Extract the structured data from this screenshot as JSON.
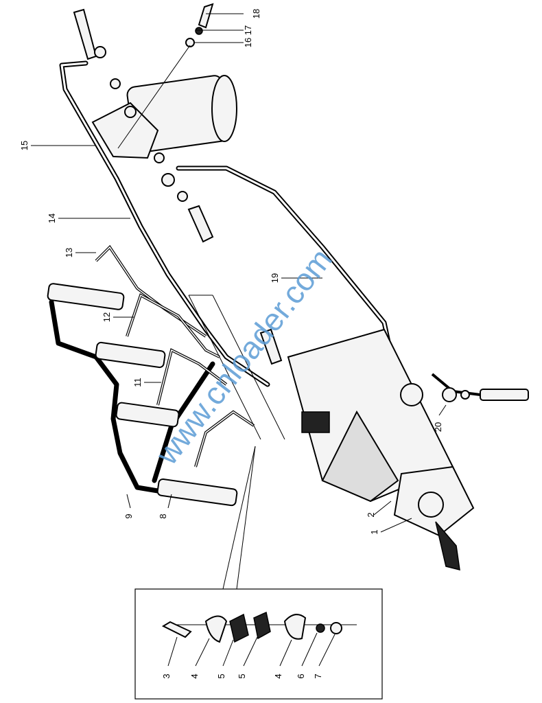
{
  "diagram": {
    "callouts": [
      "1",
      "2",
      "3",
      "4",
      "5",
      "5",
      "4",
      "6",
      "7",
      "8",
      "9",
      "11",
      "12",
      "13",
      "14",
      "15",
      "16",
      "17",
      "18",
      "19",
      "20"
    ],
    "main_labels": {
      "p1": "1",
      "p2": "2",
      "p8": "8",
      "p9": "9",
      "p11": "11",
      "p12": "12",
      "p13": "13",
      "p14": "14",
      "p15": "15",
      "p16": "16",
      "p17": "17",
      "p18": "18",
      "p19": "19",
      "p20": "20"
    },
    "inset_labels": {
      "p3": "3",
      "p4a": "4",
      "p5a": "5",
      "p5b": "5",
      "p4b": "4",
      "p6": "6",
      "p7": "7"
    },
    "watermark": "www.cnloader.com"
  }
}
